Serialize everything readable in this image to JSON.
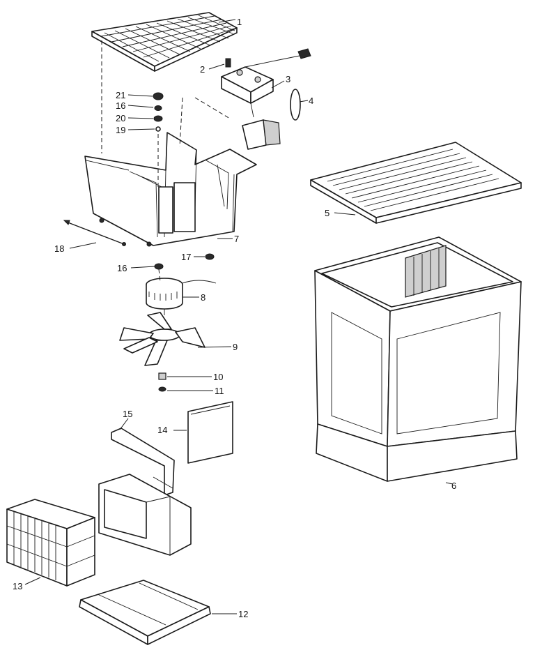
{
  "callouts": [
    {
      "id": "1",
      "text": "1"
    },
    {
      "id": "2",
      "text": "2"
    },
    {
      "id": "3",
      "text": "3"
    },
    {
      "id": "4",
      "text": "4"
    },
    {
      "id": "5",
      "text": "5"
    },
    {
      "id": "6",
      "text": "6"
    },
    {
      "id": "7",
      "text": "7"
    },
    {
      "id": "8",
      "text": "8"
    },
    {
      "id": "9",
      "text": "9"
    },
    {
      "id": "10",
      "text": "10"
    },
    {
      "id": "11",
      "text": "11"
    },
    {
      "id": "12",
      "text": "12"
    },
    {
      "id": "13",
      "text": "13"
    },
    {
      "id": "14",
      "text": "14"
    },
    {
      "id": "15",
      "text": "15"
    },
    {
      "id": "16a",
      "text": "16"
    },
    {
      "id": "16b",
      "text": "16"
    },
    {
      "id": "17",
      "text": "17"
    },
    {
      "id": "18",
      "text": "18"
    },
    {
      "id": "19",
      "text": "19"
    },
    {
      "id": "20",
      "text": "20"
    },
    {
      "id": "21",
      "text": "21"
    }
  ]
}
